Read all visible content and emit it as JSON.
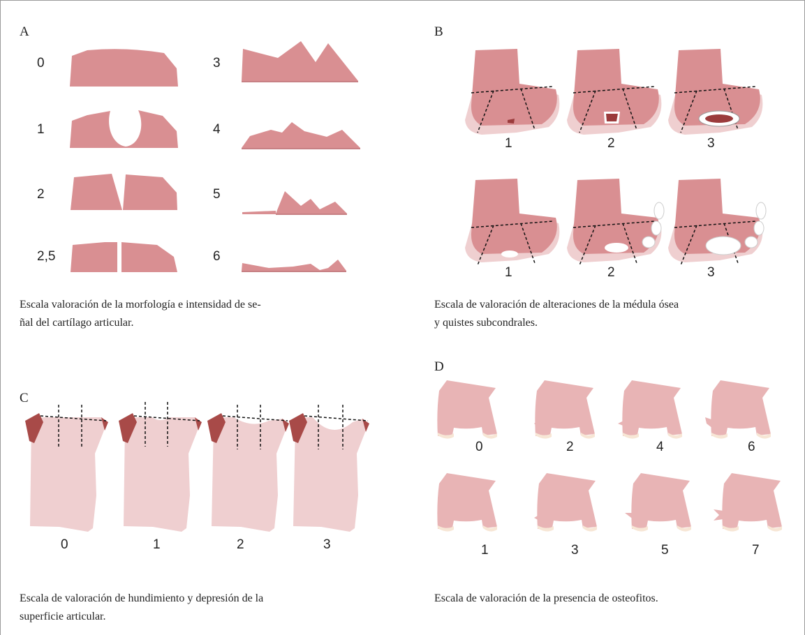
{
  "colors": {
    "cartilage": "#d98f92",
    "cartilage_light": "#f0c9cb",
    "bone_medium": "#d98f92",
    "bone_light": "#efcfd0",
    "femur": "#e8b4b5",
    "lesion_dark": "#9b3b3c",
    "cyst": "#ffffff",
    "subchondral_edge": "#f7e6d5",
    "dashed_line": "#111111",
    "frame": "#9a9a9a"
  },
  "panels": {
    "A": {
      "letter": "A",
      "grades_left": [
        "0",
        "1",
        "2",
        "2,5"
      ],
      "grades_right": [
        "3",
        "4",
        "5",
        "6"
      ],
      "caption_line1": "Escala valoración de la morfología e intensidad de se-",
      "caption_line2": "ñal del cartílago articular."
    },
    "B": {
      "letter": "B",
      "grades_top": [
        "1",
        "2",
        "3"
      ],
      "grades_bottom": [
        "1",
        "2",
        "3"
      ],
      "caption_line1": "Escala de valoración de alteraciones de la médula ósea",
      "caption_line2": "y quistes subcondrales."
    },
    "C": {
      "letter": "C",
      "grades": [
        "0",
        "1",
        "2",
        "3"
      ],
      "caption_line1": "Escala de valoración de hundimiento y depresión de la",
      "caption_line2": "superficie articular."
    },
    "D": {
      "letter": "D",
      "grades_top": [
        "0",
        "2",
        "4",
        "6"
      ],
      "grades_bottom": [
        "1",
        "3",
        "5",
        "7"
      ],
      "caption_line1": "Escala de valoración de la presencia de osteofitos."
    }
  }
}
